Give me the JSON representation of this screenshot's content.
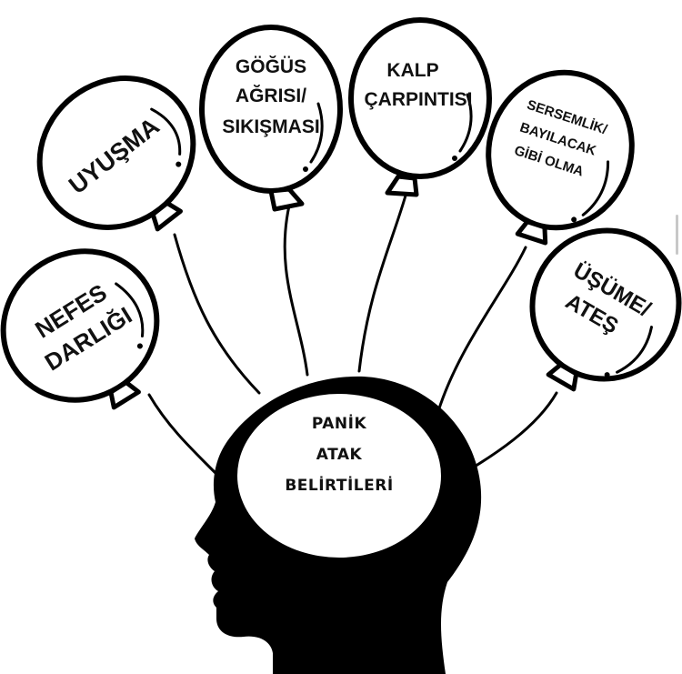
{
  "colors": {
    "ink": "#000000",
    "paper": "#ffffff",
    "text": "#111111"
  },
  "center": {
    "lines": [
      "PANİK",
      "ATAK",
      "BELİRTİLERİ"
    ]
  },
  "balloons": [
    {
      "id": "nefes-darligi",
      "lines": [
        "NEFES",
        "DARLIĞI"
      ]
    },
    {
      "id": "uyusma",
      "lines": [
        "UYUŞMA"
      ]
    },
    {
      "id": "gogus-agrisi",
      "lines": [
        "GÖĞÜS",
        "AĞRISI/",
        "SIKIŞMASI"
      ]
    },
    {
      "id": "kalp-carpintisi",
      "lines": [
        "KALP",
        "ÇARPINTISI"
      ]
    },
    {
      "id": "sersemlik",
      "lines": [
        "SERSEMLİK/",
        "BAYILACAK",
        "GİBİ OLMA"
      ]
    },
    {
      "id": "usume-ates",
      "lines": [
        "ÜŞÜME/",
        "ATEŞ"
      ]
    }
  ]
}
